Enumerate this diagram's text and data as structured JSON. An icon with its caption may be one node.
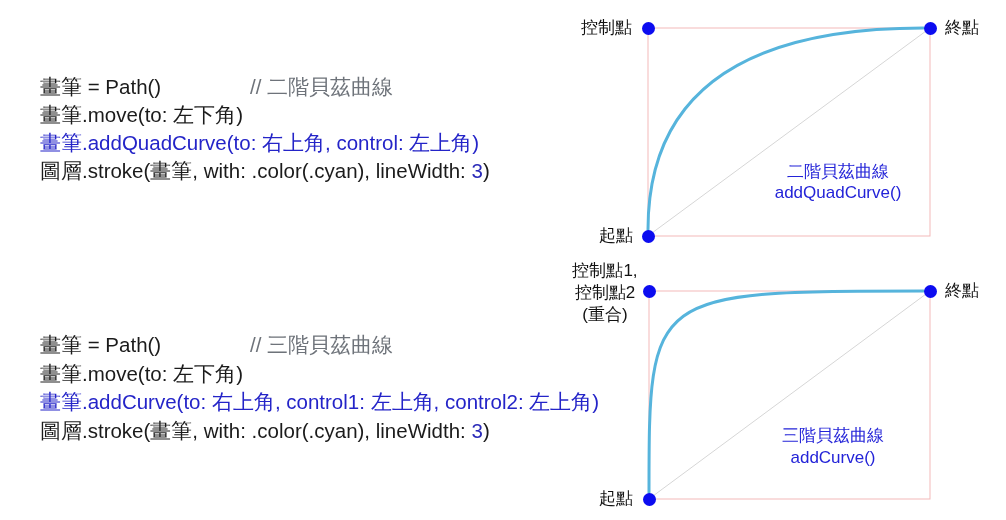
{
  "diagram": {
    "nodes": [
      {
        "text": [],
        "shape": "circle",
        "beside": [
          "控制點"
        ]
      },
      {
        "text": [],
        "shape": "circle",
        "beside": [
          "終點"
        ]
      },
      {
        "text": [],
        "shape": "circle",
        "beside": [
          "起點"
        ]
      },
      {
        "text": [],
        "shape": "circle",
        "beside": [
          "控制點1, 控制點2 (重合)"
        ]
      },
      {
        "text": [],
        "shape": "circle",
        "beside": [
          "終點"
        ]
      },
      {
        "text": [],
        "shape": "circle",
        "beside": [
          "起點"
        ]
      }
    ],
    "edges": [
      {
        "from": 2,
        "to": 1,
        "arrow": "none",
        "style": "thick",
        "color": "#56b4dc"
      },
      {
        "from": 2,
        "to": 1,
        "arrow": "none",
        "color": "#d6d6d6"
      },
      {
        "from": 5,
        "to": 4,
        "arrow": "none",
        "style": "thick",
        "color": "#56b4dc"
      },
      {
        "from": 5,
        "to": 4,
        "arrow": "none",
        "color": "#d6d6d6"
      }
    ],
    "labels": [
      "畫筆 = Path()",
      "// 二階貝茲曲線",
      "畫筆.move(to: 左下角)",
      "畫筆.addQuadCurve(to: 右上角, control: 左上角)",
      "圖層.stroke(畫筆, with: .color(.cyan), lineWidth: 3)",
      "二階貝茲曲線",
      "addQuadCurve()",
      "畫筆 = Path()",
      "// 三階貝茲曲線",
      "畫筆.move(to: 左下角)",
      "畫筆.addCurve(to: 右上角, control1: 左上角, control2: 左上角)",
      "圖層.stroke(畫筆, with: .color(.cyan), lineWidth: 3)",
      "三階貝茲曲線",
      "addCurve()"
    ]
  }
}
